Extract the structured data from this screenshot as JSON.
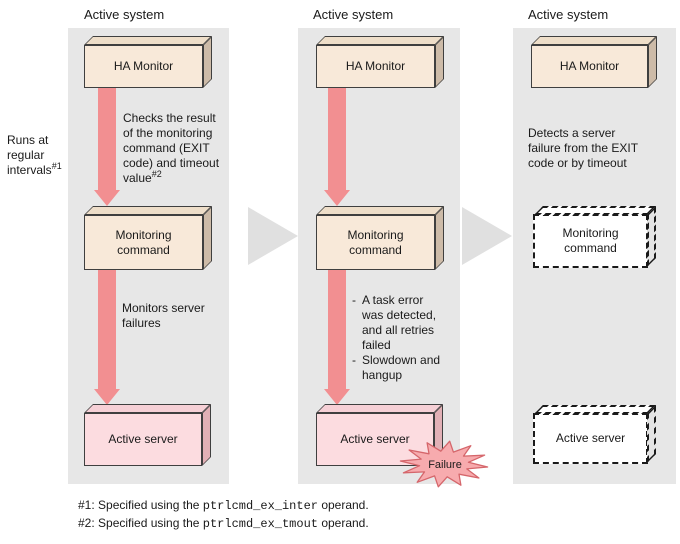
{
  "left_note": {
    "lines": [
      "Runs at",
      "regular",
      "intervals"
    ],
    "sup": "#1"
  },
  "panels": [
    {
      "title": "Active system",
      "ha_monitor": "HA Monitor",
      "monitoring_command": [
        "Monitoring",
        "command"
      ],
      "active_server": "Active server",
      "arrow1_note": [
        "Checks the result",
        "of the monitoring",
        "command (EXIT",
        "code) and timeout",
        "value"
      ],
      "arrow1_note_sup": "#2",
      "arrow2_note": [
        "Monitors server",
        "failures"
      ]
    },
    {
      "title": "Active system",
      "ha_monitor": "HA Monitor",
      "monitoring_command": [
        "Monitoring",
        "command"
      ],
      "active_server": "Active server",
      "arrow2_note_items": [
        {
          "marker": "-",
          "lines": [
            "A task error",
            "was detected,",
            "and all retries",
            "failed"
          ]
        },
        {
          "marker": "-",
          "lines": [
            "Slowdown and",
            "hangup"
          ]
        }
      ],
      "failure_label": "Failure"
    },
    {
      "title": "Active system",
      "ha_monitor": "HA Monitor",
      "monitoring_command": [
        "Monitoring",
        "command"
      ],
      "active_server": "Active server",
      "note": [
        "Detects a server",
        "failure from the EXIT",
        "code or by timeout"
      ]
    }
  ],
  "footnotes": [
    {
      "prefix": "#1: Specified using the ",
      "code": "ptrlcmd_ex_inter",
      "suffix": " operand."
    },
    {
      "prefix": "#2: Specified using the ",
      "code": "ptrlcmd_ex_tmout",
      "suffix": " operand."
    }
  ],
  "colors": {
    "panel_bg": "#e7e7e7",
    "triangle": "#e0e0e0",
    "box_fill": "#f8e9d9",
    "box_top": "#eedec9",
    "box_side": "#cdbba8",
    "server_fill": "#fcdce0",
    "server_top": "#f6d0d6",
    "server_side": "#e2b0b6",
    "arrow": "#f28f91",
    "star_fill": "#f7abae",
    "star_stroke": "#d5666b",
    "border": "#3f3f3f",
    "text": "#1a1a1a"
  }
}
